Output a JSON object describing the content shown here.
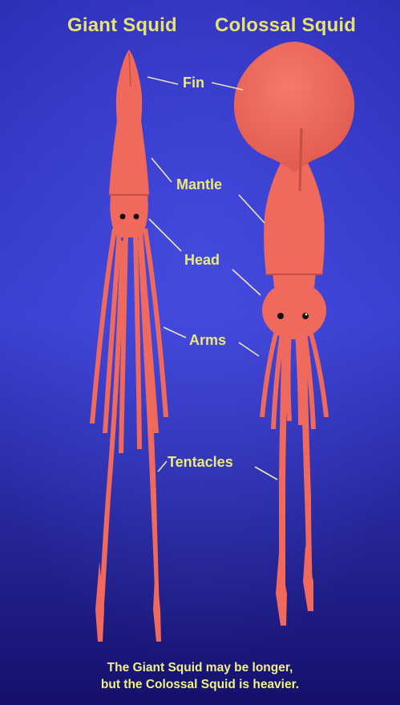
{
  "colors": {
    "background_top": "#2e2fb8",
    "background_mid": "#3a3fd0",
    "background_bottom": "#14106a",
    "squid_body": "#ef6a5c",
    "squid_shadow": "#c44f45",
    "label_text": "#e9ea7a",
    "title_text": "#e6e46f",
    "caption_text": "#f1f08a",
    "leader_line": "#e8e6b0"
  },
  "titles": {
    "left": "Giant Squid",
    "right": "Colossal Squid"
  },
  "labels": {
    "fin": "Fin",
    "mantle": "Mantle",
    "head": "Head",
    "arms": "Arms",
    "tentacles": "Tentacles"
  },
  "caption": {
    "line1": "The Giant Squid may be longer,",
    "line2": "but the Colossal Squid is heavier."
  }
}
